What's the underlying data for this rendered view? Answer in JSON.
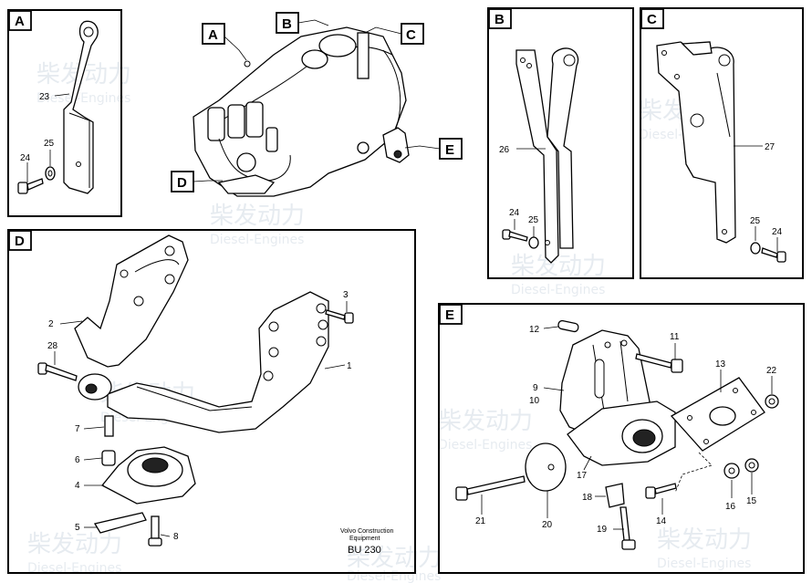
{
  "panels": {
    "A": {
      "label": "A",
      "callouts": [
        "23",
        "24",
        "25"
      ]
    },
    "overview": {
      "labels": [
        "A",
        "B",
        "C",
        "D",
        "E"
      ]
    },
    "B": {
      "label": "B",
      "callouts": [
        "26",
        "24",
        "25"
      ]
    },
    "C": {
      "label": "C",
      "callouts": [
        "27",
        "25",
        "24"
      ]
    },
    "D": {
      "label": "D",
      "callouts": [
        "3",
        "2",
        "1",
        "28",
        "7",
        "6",
        "4",
        "5",
        "8"
      ]
    },
    "E": {
      "label": "E",
      "callouts": [
        "12",
        "11",
        "13",
        "22",
        "9",
        "10",
        "17",
        "18",
        "16",
        "15",
        "21",
        "20",
        "19",
        "14"
      ]
    }
  },
  "caption": {
    "line1": "Volvo Construction",
    "line2": "Equipment",
    "code": "BU 230"
  },
  "watermark": {
    "cn": "柴发动力",
    "en": "Diesel-Engines"
  }
}
